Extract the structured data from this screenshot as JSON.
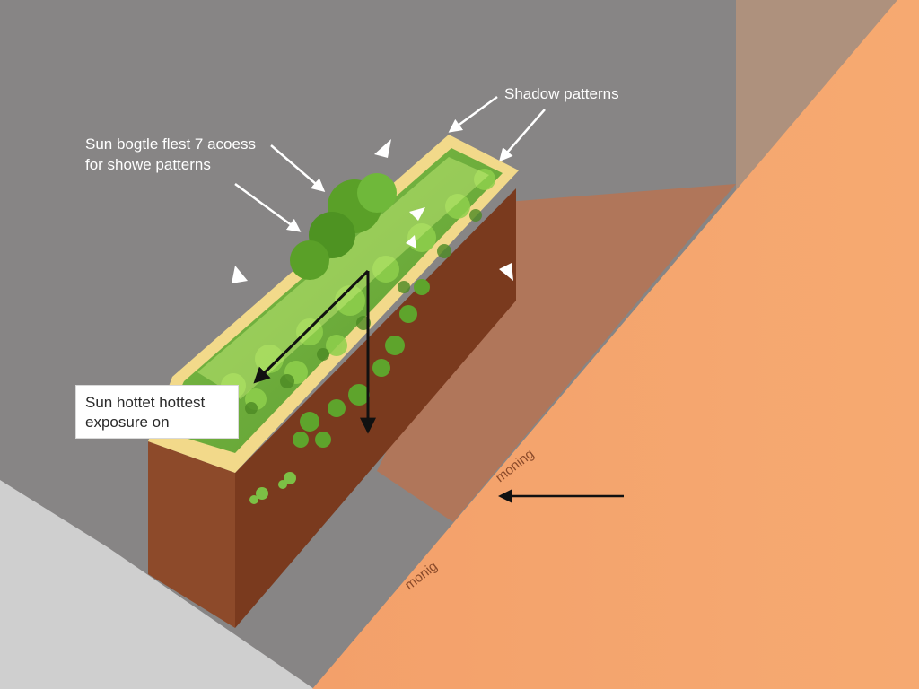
{
  "labels": {
    "shadow_patterns": "Shadow patterns",
    "sun_angle_line1": "Sun bogtle flest 7 acoess",
    "sun_angle_line2": "for showe patterns",
    "sun_hottest_line1": "Sun hottet hottest",
    "sun_hottest_line2": "exposure on",
    "floor_label_1": "moning",
    "floor_label_2": "monig"
  },
  "colors": {
    "background_wall": "#878585",
    "floor_light": "#cfcfcf",
    "orange_plane": "#f4a36a",
    "shadow_plane": "#b0765a",
    "planter_front": "#7a3a1e",
    "planter_side": "#8d4a2a",
    "planter_rim": "#f2d98a",
    "foliage": "#6fb83a",
    "highlight_strip": "#c9f07a"
  },
  "icons": [
    "arrow-icon",
    "small-arrowhead-icon",
    "leaf-icon"
  ]
}
